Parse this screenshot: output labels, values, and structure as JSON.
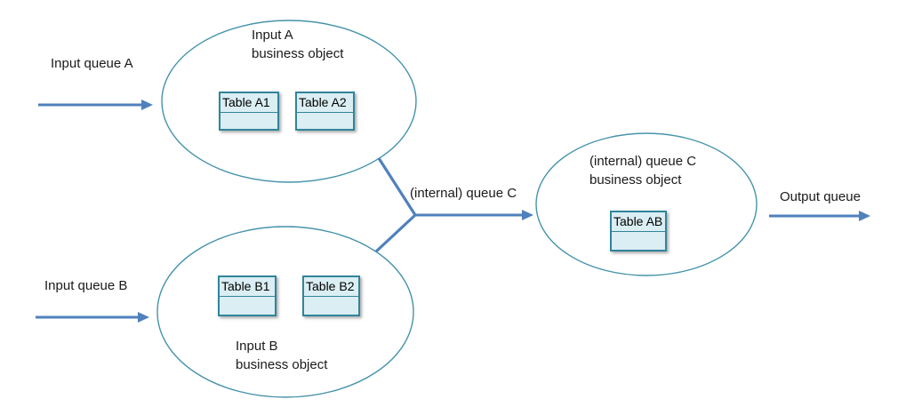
{
  "diagram": {
    "description": "Queue merge flow: two input business objects feed an internal queue producing one output business object"
  },
  "colors": {
    "connector": "#4F81BD",
    "ellipse_stroke": "#4693AB",
    "table_border": "#31849B",
    "table_fill": "#DAEEF3",
    "none": "none"
  },
  "queues": {
    "input_a": "Input queue A",
    "input_b": "Input queue B",
    "internal_c": "(internal) queue C",
    "output": "Output queue"
  },
  "nodes": {
    "input_a": {
      "name_line1": "Input A",
      "name_line2": "business object",
      "tables": [
        {
          "label": "Table A1"
        },
        {
          "label": "Table A2"
        }
      ]
    },
    "input_b": {
      "name_line1": "Input B",
      "name_line2": "business object",
      "tables": [
        {
          "label": "Table B1"
        },
        {
          "label": "Table B2"
        }
      ]
    },
    "queue_c": {
      "name_line1": "(internal) queue C",
      "name_line2": "business object",
      "tables": [
        {
          "label": "Table AB"
        }
      ]
    }
  }
}
